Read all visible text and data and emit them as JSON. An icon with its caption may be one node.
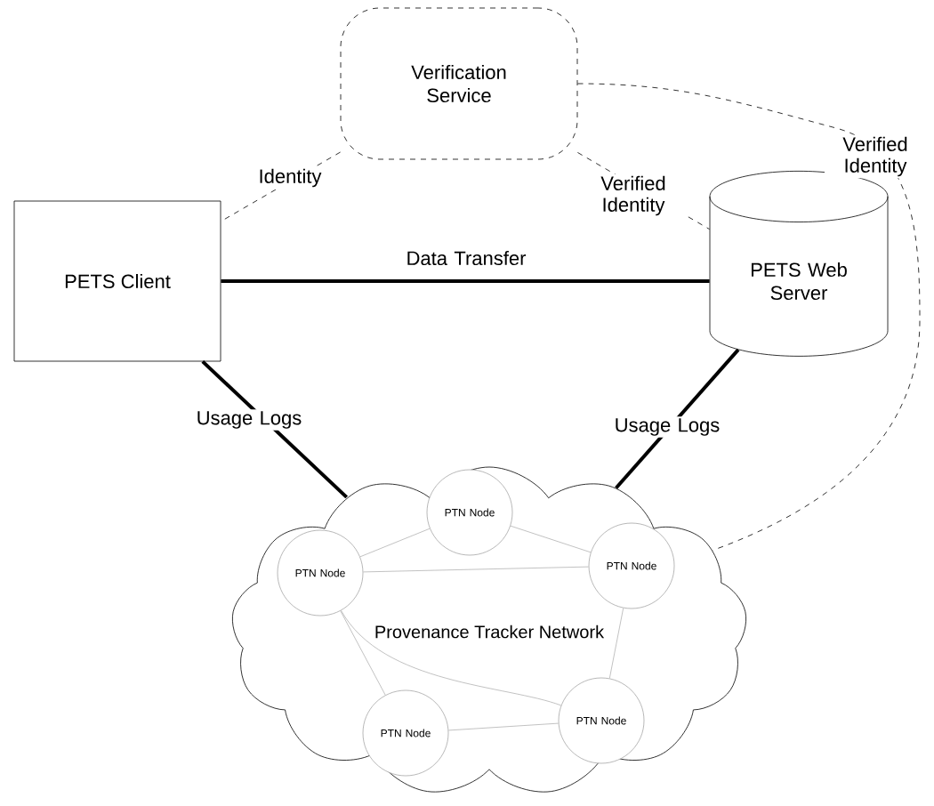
{
  "diagram": {
    "nodes": [
      {
        "text": [
          "Verification Service"
        ]
      },
      {
        "text": [
          "PETS Client"
        ]
      },
      {
        "text": [
          "PETS Web Server"
        ]
      },
      {
        "text": [
          "Provenance Tracker Network"
        ]
      },
      {
        "text": [
          "PTN Node"
        ],
        "in": 3
      },
      {
        "text": [
          "PTN Node"
        ],
        "in": 3
      },
      {
        "text": [
          "PTN Node"
        ],
        "in": 3
      },
      {
        "text": [
          "PTN Node"
        ],
        "in": 3
      },
      {
        "text": [
          "PTN Node"
        ],
        "in": 3
      }
    ],
    "edges": [
      {
        "from": 0,
        "to": 1,
        "arrow": "none",
        "style": "dashed",
        "color": "#000000",
        "label": "Identity"
      },
      {
        "from": 0,
        "to": 2,
        "arrow": "none",
        "style": "dashed",
        "color": "#000000",
        "label": "Verified Identity"
      },
      {
        "from": 0,
        "to": 3,
        "arrow": "none",
        "style": "dashed",
        "color": "#000000",
        "label": "Verified Identity"
      },
      {
        "from": 1,
        "to": 2,
        "arrow": "none",
        "style": "thick",
        "color": "#000000",
        "label": "Data Transfer"
      },
      {
        "from": 1,
        "to": 3,
        "arrow": "none",
        "style": "thick",
        "color": "#000000",
        "label": "Usage Logs"
      },
      {
        "from": 2,
        "to": 3,
        "arrow": "none",
        "style": "thick",
        "color": "#000000",
        "label": "Usage Logs"
      },
      {
        "from": 5,
        "to": 4,
        "arrow": "none"
      },
      {
        "from": 4,
        "to": 6,
        "arrow": "none"
      },
      {
        "from": 5,
        "to": 6,
        "arrow": "none"
      },
      {
        "from": 5,
        "to": 8,
        "arrow": "none"
      },
      {
        "from": 5,
        "to": 7,
        "arrow": "none"
      },
      {
        "from": 6,
        "to": 8,
        "arrow": "none"
      },
      {
        "from": 7,
        "to": 8,
        "arrow": "none"
      }
    ]
  }
}
